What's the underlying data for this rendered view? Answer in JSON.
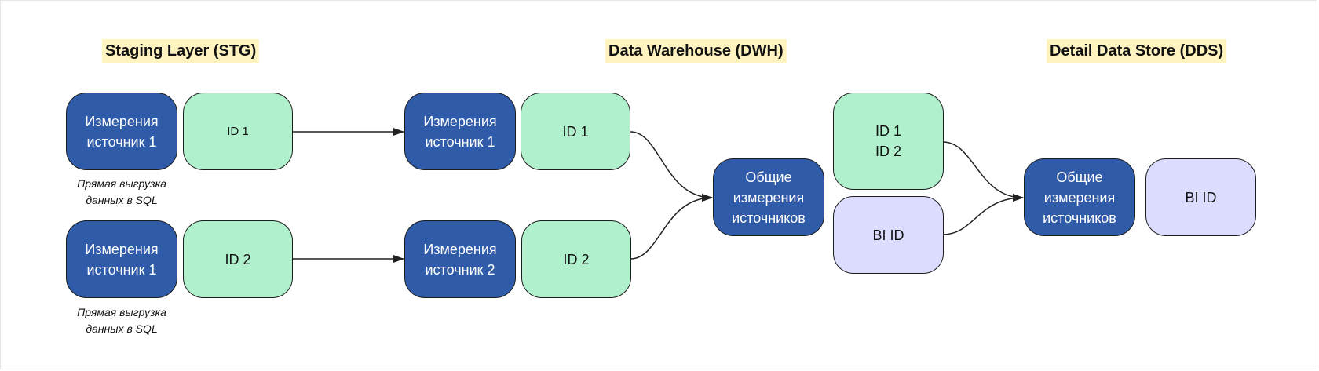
{
  "titles": {
    "stg": "Staging Layer (STG)",
    "dwh": "Data Warehouse (DWH)",
    "dds": "Detail Data Store (DDS)"
  },
  "stg": {
    "row1": {
      "dim": "Измерения\nисточник 1",
      "id": "ID 1",
      "note": "Прямая выгрузка\nданных в SQL"
    },
    "row2": {
      "dim": "Измерения\nисточник 1",
      "id": "ID 2",
      "note": "Прямая выгрузка\nданных в SQL"
    }
  },
  "dwh": {
    "row1": {
      "dim": "Измерения\nисточник 1",
      "id": "ID 1"
    },
    "row2": {
      "dim": "Измерения\nисточник 2",
      "id": "ID 2"
    },
    "common": "Общие\nизмерения\nисточников",
    "ids": "ID 1\nID 2",
    "bi": "BI ID"
  },
  "dds": {
    "common": "Общие\nизмерения\nисточников",
    "bi": "BI ID"
  },
  "colors": {
    "dark_node": "#2f5ba8",
    "id_node": "#b0f0cc",
    "bi_node": "#dcdcff",
    "title_highlight": "#fff4bf"
  }
}
